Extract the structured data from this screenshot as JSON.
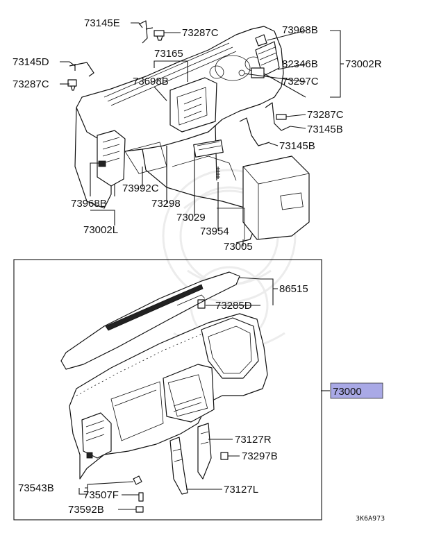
{
  "labels": {
    "p73145E": "73145E",
    "p73287C_top": "73287C",
    "p73968B_top": "73968B",
    "p73002R": "73002R",
    "p73145D": "73145D",
    "p73165": "73165",
    "p73287C_left": "73287C",
    "p73698B": "73698B",
    "p82346B": "82346B",
    "p73297C": "73297C",
    "p73287C_right": "73287C",
    "p73145B_a": "73145B",
    "p73145B_b": "73145B",
    "p73992C": "73992C",
    "p73968B_left": "73968B",
    "p73298": "73298",
    "p73029": "73029",
    "p73002L": "73002L",
    "p73954": "73954",
    "p73005": "73005",
    "p86515": "86515",
    "p73285D": "73285D",
    "p73000": "73000",
    "p73127R": "73127R",
    "p73297B": "73297B",
    "p73543B": "73543B",
    "p73507F": "73507F",
    "p73127L": "73127L",
    "p73592B": "73592B",
    "diagram_code": "3K6A973"
  },
  "colors": {
    "highlight": "#a9a9e6",
    "line": "#111111",
    "background": "#ffffff"
  }
}
